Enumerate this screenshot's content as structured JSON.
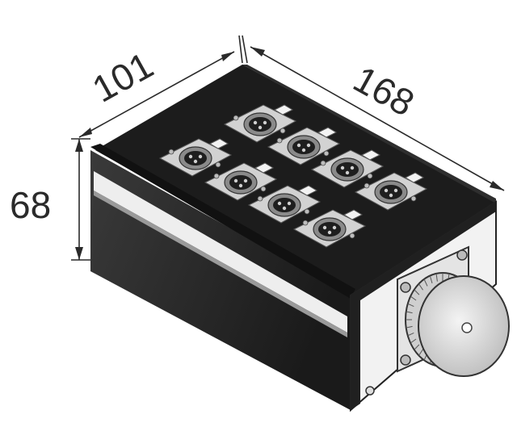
{
  "dimensions": {
    "width": "101",
    "length": "168",
    "height": "68"
  },
  "product": {
    "xlr_connector_count": 8,
    "colors": {
      "body": "#262626",
      "top": "#1b1b1b",
      "stripe": "#eeeeee",
      "connector_plate": "#d2d2d2",
      "multipin_connector": "#d8d8d8"
    }
  }
}
